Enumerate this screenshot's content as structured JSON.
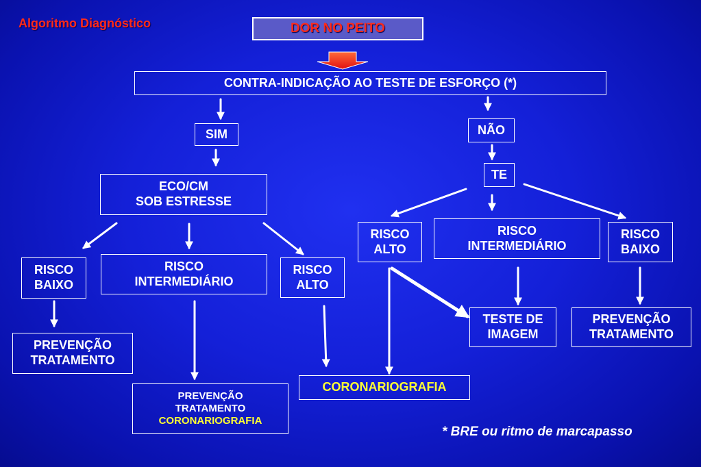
{
  "title": "Algoritmo Diagnóstico",
  "header": "DOR NO PEITO",
  "contraindication": "CONTRA-INDICAÇÃO AO TESTE DE ESFORÇO (*)",
  "left": {
    "yes": "SIM",
    "eco": {
      "line1": "ECO/CM",
      "line2": "SOB ESTRESSE"
    },
    "low": {
      "line1": "RISCO",
      "line2": "BAIXO"
    },
    "intermediate": {
      "line1": "RISCO",
      "line2": "INTERMEDIÁRIO"
    },
    "high": {
      "line1": "RISCO",
      "line2": "ALTO"
    },
    "low_outcome": {
      "line1": "PREVENÇÃO",
      "line2": "TRATAMENTO"
    },
    "intermediate_outcome": {
      "line1": "PREVENÇÃO",
      "line2": "TRATAMENTO",
      "line3": "CORONARIOGRAFIA"
    }
  },
  "coronariography": "CORONARIOGRAFIA",
  "right": {
    "no": "NÃO",
    "te": "TE",
    "high": {
      "line1": "RISCO",
      "line2": "ALTO"
    },
    "intermediate": {
      "line1": "RISCO",
      "line2": "INTERMEDIÁRIO"
    },
    "low": {
      "line1": "RISCO",
      "line2": "BAIXO"
    },
    "imaging": {
      "line1": "TESTE DE",
      "line2": "IMAGEM"
    },
    "low_outcome": {
      "line1": "PREVENÇÃO",
      "line2": "TRATAMENTO"
    }
  },
  "footnote": "* BRE ou ritmo de marcapasso",
  "colors": {
    "background": "#1420d8",
    "title_red": "#ff2a1a",
    "highlight_yellow": "#ffff33",
    "arrow_white": "#ffffff"
  }
}
